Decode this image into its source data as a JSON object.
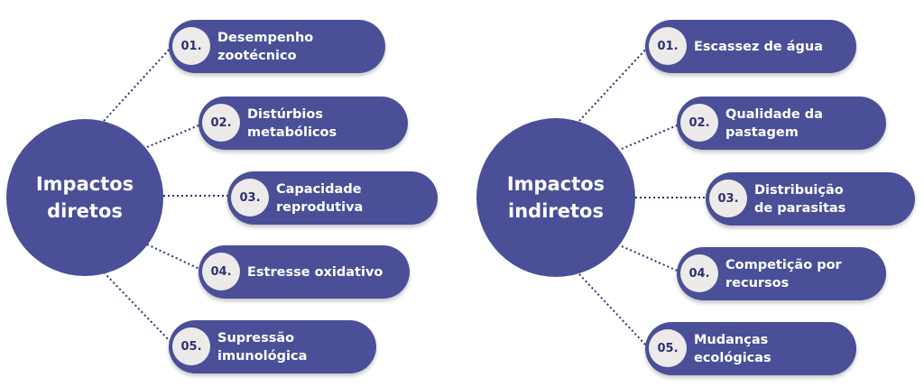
{
  "colors": {
    "primary": "#4a4f98",
    "badge": "#ecebea",
    "badge_text": "#2f3170",
    "connector": "#2f3170"
  },
  "hubs": {
    "left": {
      "line1": "Impactos",
      "line2": "diretos"
    },
    "right": {
      "line1": "Impactos",
      "line2": "indiretos"
    }
  },
  "left_items": [
    {
      "number": "01.",
      "line1": "Desempenho",
      "line2": "zootécnico"
    },
    {
      "number": "02.",
      "line1": "Distúrbios",
      "line2": "metabólicos"
    },
    {
      "number": "03.",
      "line1": "Capacidade",
      "line2": "reprodutiva"
    },
    {
      "number": "04.",
      "line1": "Estresse oxidativo",
      "line2": ""
    },
    {
      "number": "05.",
      "line1": "Supressão",
      "line2": "imunológica"
    }
  ],
  "right_items": [
    {
      "number": "01.",
      "line1": "Escassez de água",
      "line2": ""
    },
    {
      "number": "02.",
      "line1": "Qualidade da",
      "line2": "pastagem"
    },
    {
      "number": "03.",
      "line1": "Distribuição",
      "line2": "de parasitas"
    },
    {
      "number": "04.",
      "line1": "Competição por",
      "line2": "recursos"
    },
    {
      "number": "05.",
      "line1": "Mudanças",
      "line2": "ecológicas"
    }
  ]
}
